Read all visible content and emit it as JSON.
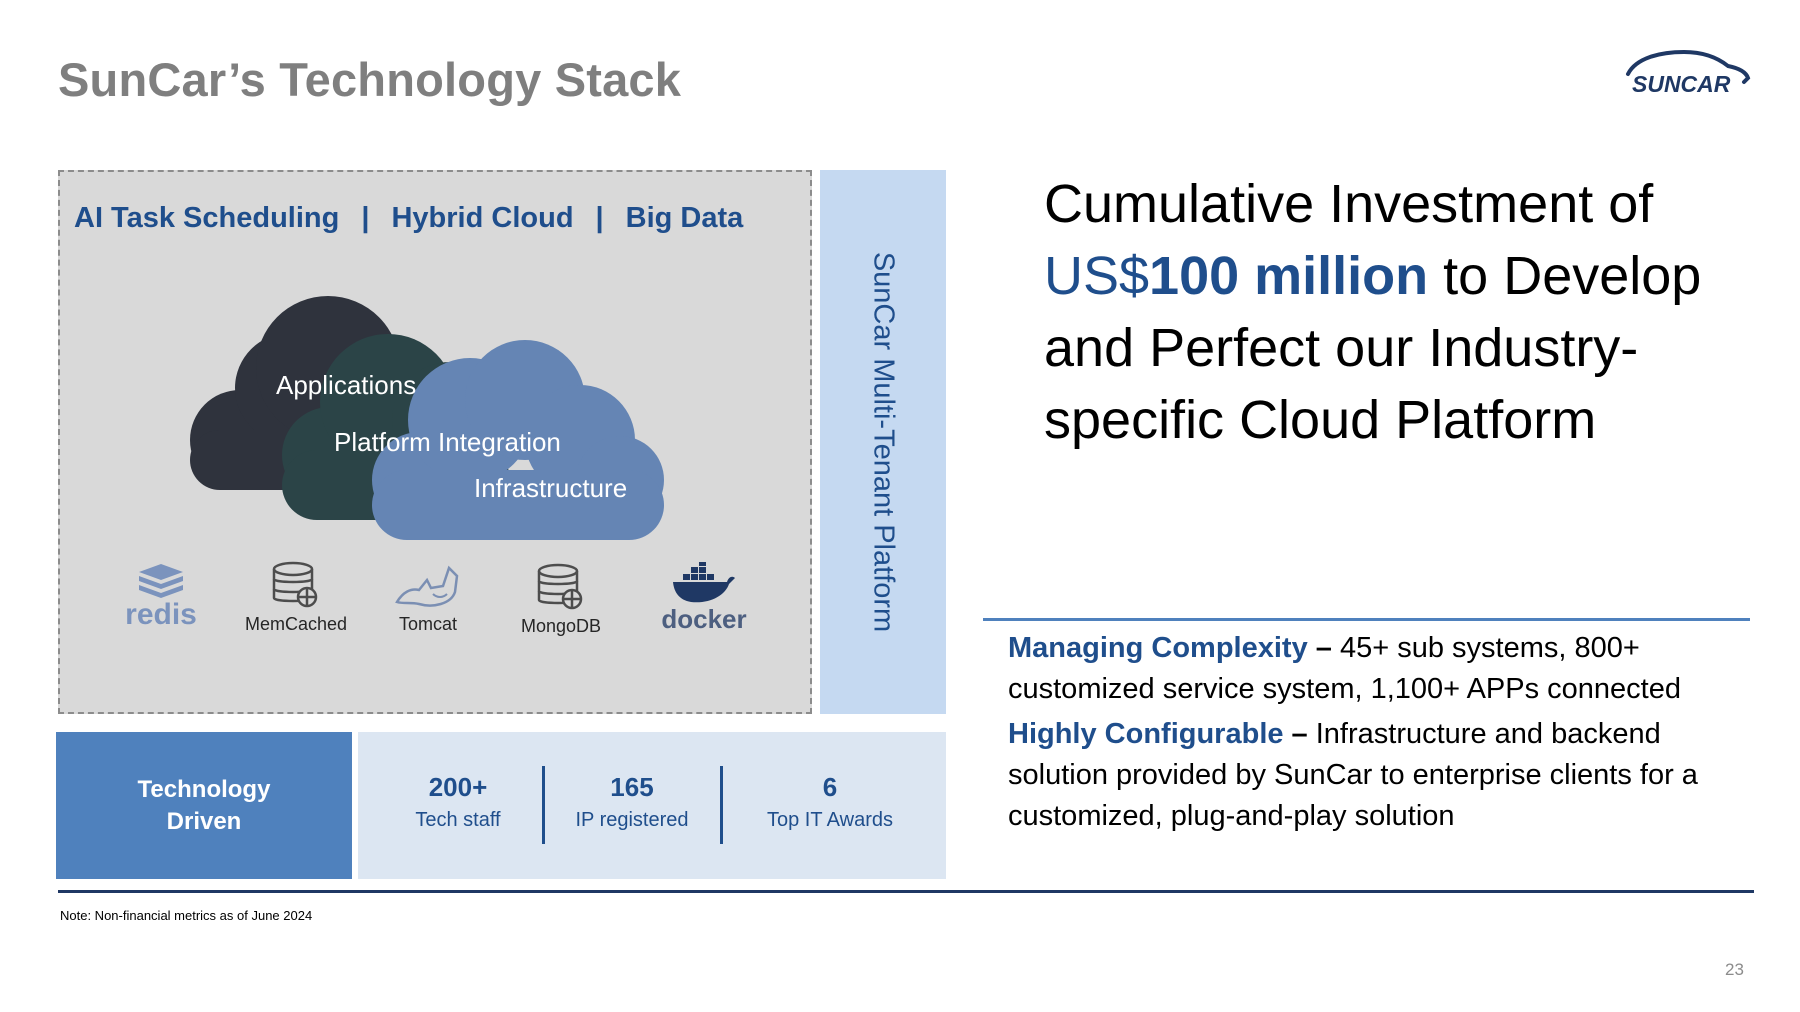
{
  "slide": {
    "title": "SunCar’s Technology Stack",
    "logo_text": "SUNCAR",
    "page_number": "23",
    "note": "Note: Non-financial metrics as of June 2024"
  },
  "stack": {
    "tagline": [
      "AI Task Scheduling",
      "Hybrid Cloud",
      "Big Data"
    ],
    "separator": "|",
    "layers": [
      "Applications",
      "Platform Integration",
      "Infrastructure"
    ],
    "technologies": [
      {
        "label": "redis",
        "icon": "redis-icon"
      },
      {
        "label": "MemCached",
        "icon": "database-icon"
      },
      {
        "label": "Tomcat",
        "icon": "tomcat-icon"
      },
      {
        "label": "MongoDB",
        "icon": "database-icon"
      },
      {
        "label": "docker",
        "icon": "docker-icon"
      }
    ],
    "platform_label": "SunCar Multi-Tenant Platform"
  },
  "stats": {
    "heading": "Technology Driven",
    "items": [
      {
        "value": "200+",
        "label": "Tech staff"
      },
      {
        "value": "165",
        "label": "IP registered"
      },
      {
        "value": "6",
        "label": "Top IT Awards"
      }
    ]
  },
  "headline": {
    "part1": "Cumulative Investment of",
    "currency": "US$",
    "amount": "100 million",
    "part2": " to Develop and Perfect our Industry-specific Cloud Platform"
  },
  "bullets": [
    {
      "heading": "Managing Complexity",
      "dash": " – ",
      "text": "45+ sub systems, 800+ customized service system, 1,100+ APPs connected"
    },
    {
      "heading": "Highly Configurable",
      "dash": " – ",
      "text": "Infrastructure and backend solution provided by SunCar to enterprise clients for a customized, plug-and-play solution"
    }
  ],
  "colors": {
    "title_gray": "#7f7f7f",
    "brand_blue": "#1f4e8c",
    "mid_blue": "#4f81bd",
    "light_blue": "#c5d9f1",
    "pale_blue": "#dce6f2",
    "panel_gray": "#d9d9d9",
    "cloud_dark": "#2f333d",
    "cloud_green": "#2b4447",
    "cloud_blue": "#6585b4"
  }
}
